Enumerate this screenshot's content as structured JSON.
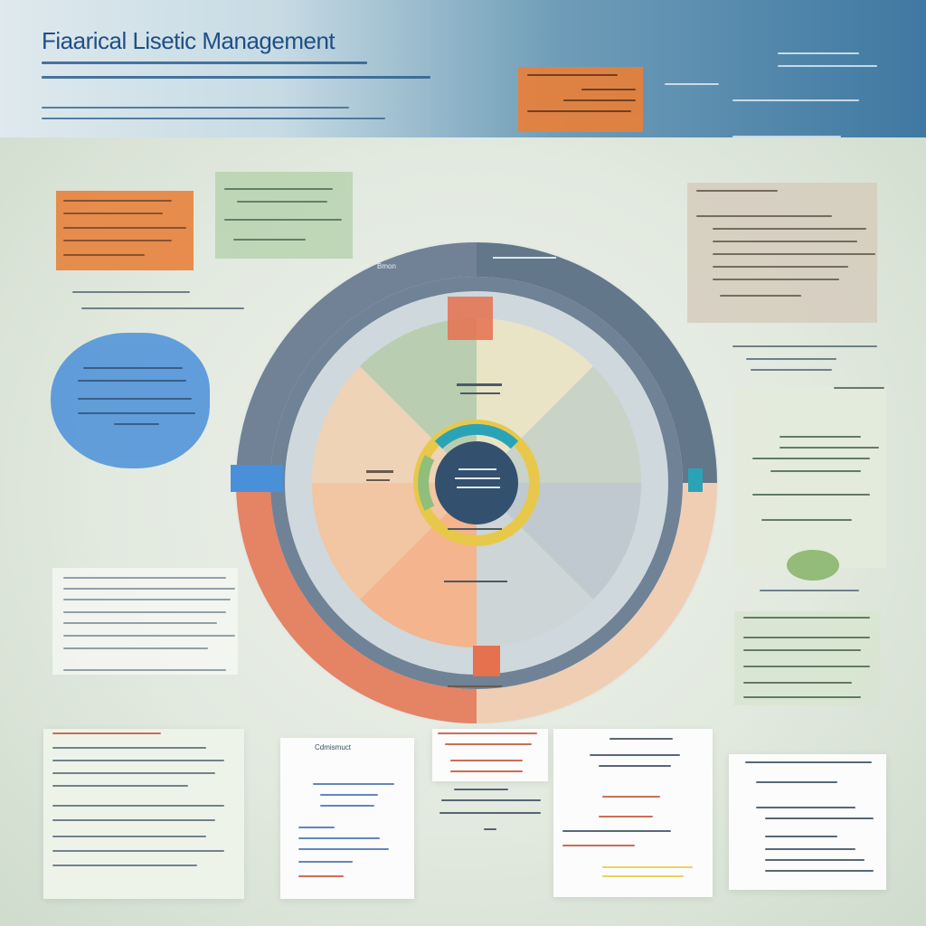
{
  "header": {
    "title": "Fiaarical Lisetic Management",
    "accent_orange": "#e8803a",
    "accent_blue": "#2f6aa0"
  },
  "wheel": {
    "outer_label": "Bmon"
  },
  "colors": {
    "orange": "#e8803a",
    "coral": "#e5714f",
    "blue": "#4a90d9",
    "green": "#8fbf7a",
    "slate": "#556a80",
    "teal": "#2ba3b6",
    "yellow": "#e8c84a",
    "peach": "#f3c6a4"
  },
  "bottom_cards": {
    "card2_label": "Cdmismuct"
  }
}
